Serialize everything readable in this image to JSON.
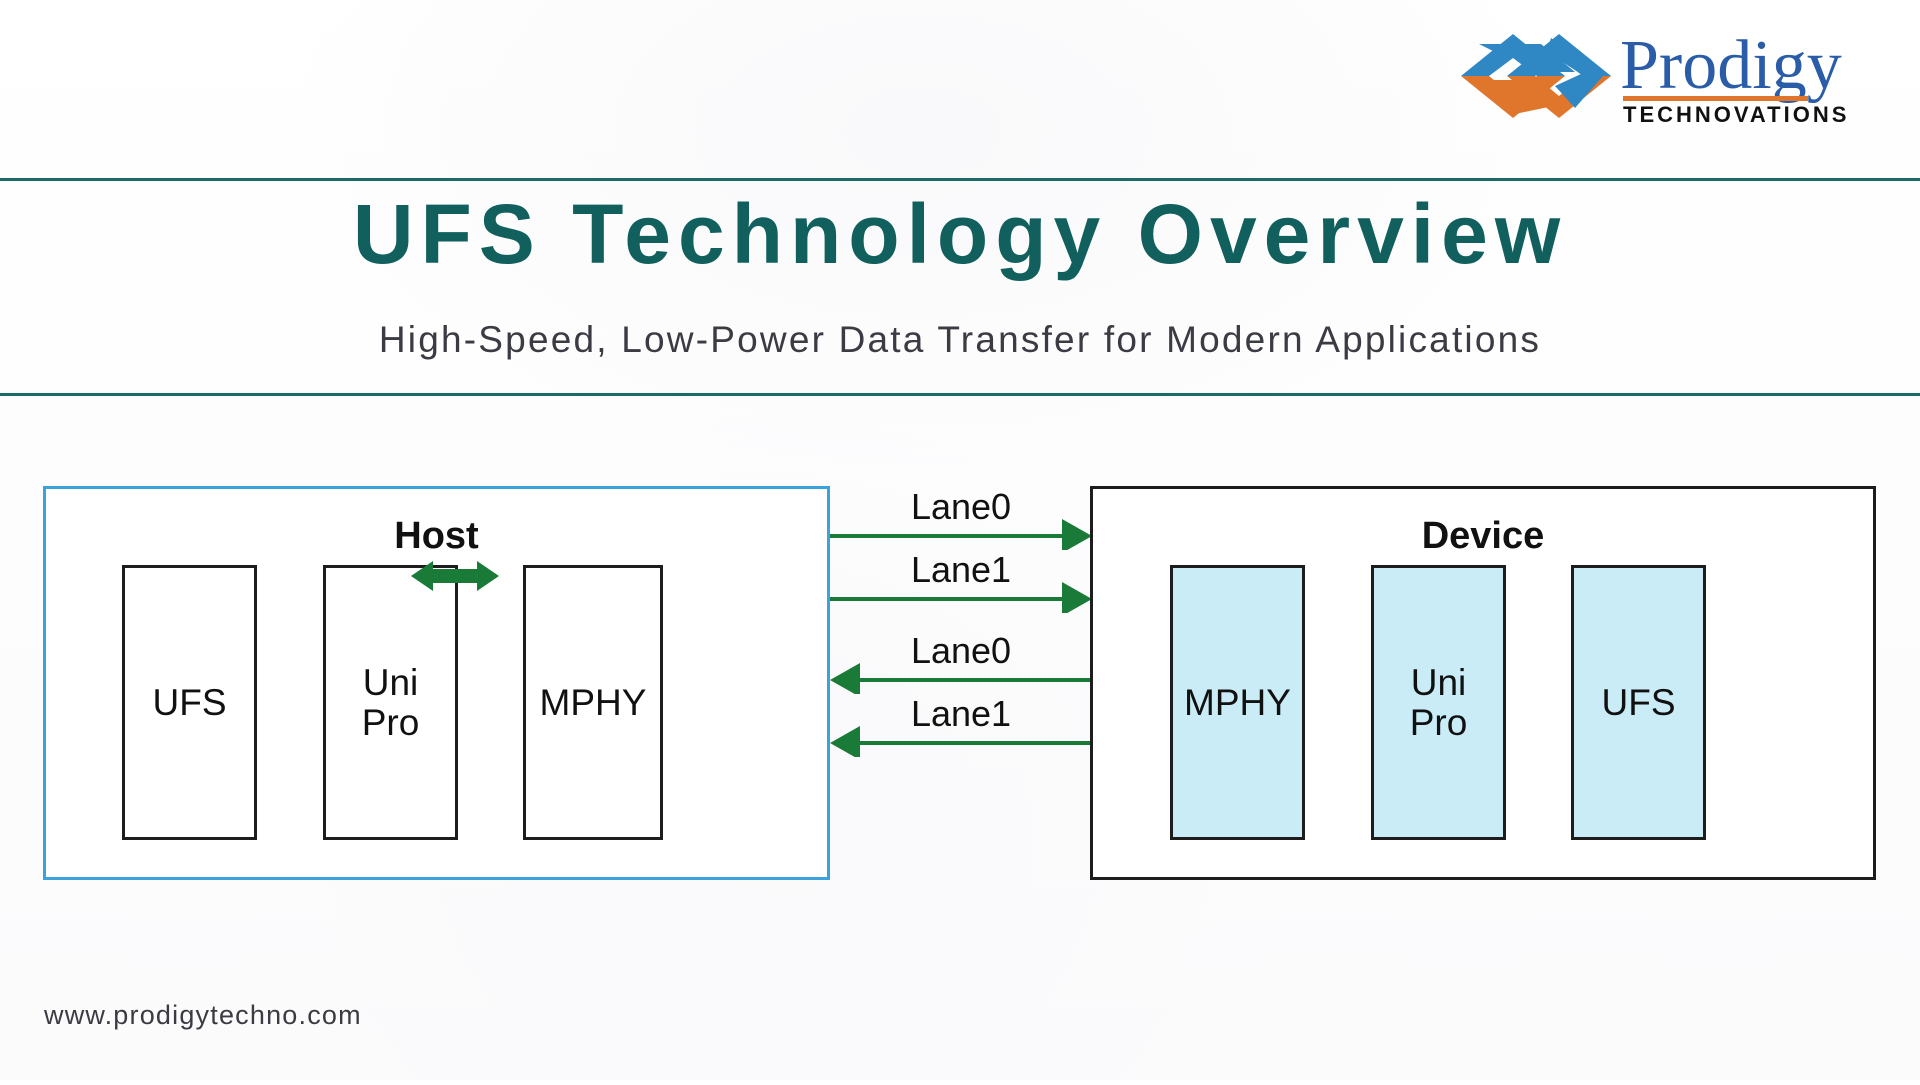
{
  "brand": {
    "logo_name": "prodigy-logo",
    "company_name": "Prodigy",
    "company_tagline": "TECHNOVATIONS",
    "logo_blue": "#2f87c4",
    "logo_orange": "#e0762c",
    "wordmark_blue": "#2a5ca8"
  },
  "header": {
    "title": "UFS Technology Overview",
    "subtitle": "High-Speed, Low-Power Data Transfer for Modern Applications",
    "title_color": "#11605e",
    "subtitle_color": "#3b3b43",
    "rule_color": "#1d6b68"
  },
  "diagram": {
    "host": {
      "title": "Host",
      "border_color": "#3aa3dd",
      "block_fill": "#ffffff",
      "blocks": [
        {
          "label": "UFS"
        },
        {
          "label": "Uni\nPro",
          "line1": "Uni",
          "line2": "Pro"
        },
        {
          "label": "MPHY"
        }
      ],
      "internal_link": "bidirectional-arrow"
    },
    "device": {
      "title": "Device",
      "border_color": "#1d1d1d",
      "block_fill": "#c9ecf6",
      "blocks": [
        {
          "label": "MPHY"
        },
        {
          "label": "Uni\nPro",
          "line1": "Uni",
          "line2": "Pro"
        },
        {
          "label": "UFS"
        }
      ]
    },
    "lanes": [
      {
        "label": "Lane0",
        "direction": "host-to-device"
      },
      {
        "label": "Lane1",
        "direction": "host-to-device"
      },
      {
        "label": "Lane0",
        "direction": "device-to-host"
      },
      {
        "label": "Lane1",
        "direction": "device-to-host"
      }
    ],
    "lane_color": "#1a7a38"
  },
  "footer": {
    "website": "www.prodigytechno.com"
  }
}
